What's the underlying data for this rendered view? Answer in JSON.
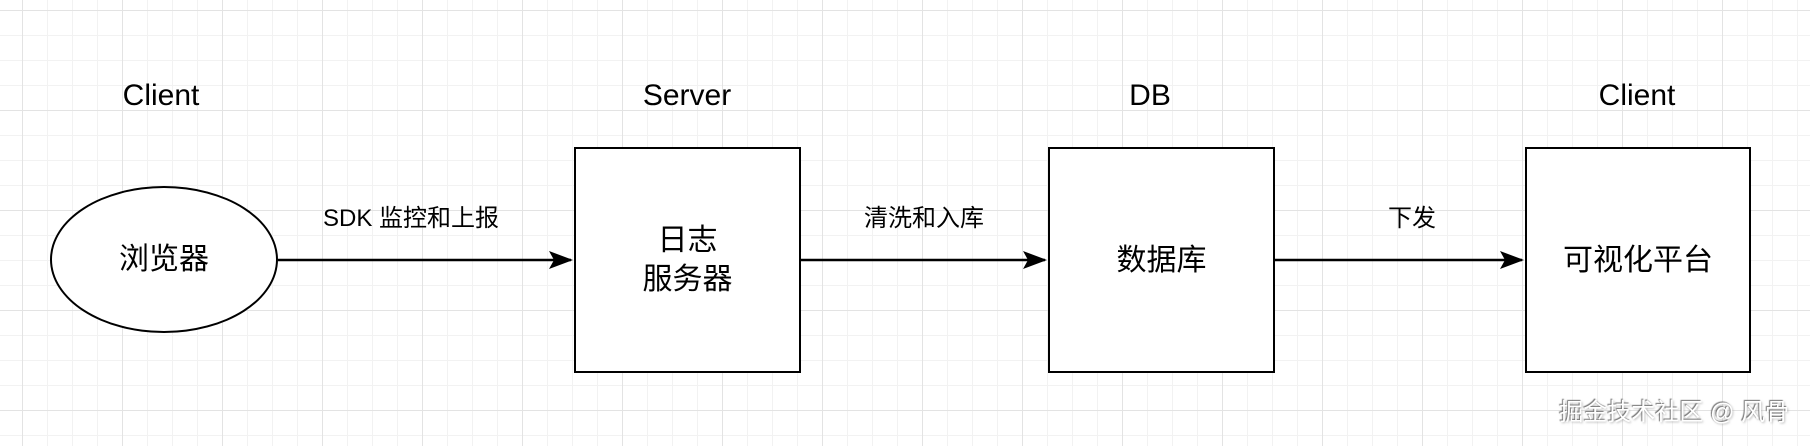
{
  "canvas": {
    "tiers": {
      "client_left": "Client",
      "server": "Server",
      "db": "DB",
      "client_right": "Client"
    },
    "nodes": {
      "browser": {
        "label": "浏览器"
      },
      "log_server": {
        "line1": "日志",
        "line2": "服务器"
      },
      "database": {
        "label": "数据库"
      },
      "viz_platform": {
        "label": "可视化平台"
      }
    },
    "edges": {
      "browser_to_server": {
        "label": "SDK 监控和上报"
      },
      "server_to_db": {
        "label": "清洗和入库"
      },
      "db_to_viz": {
        "label": "下发"
      }
    },
    "watermark": "掘金技术社区 @ 风骨"
  },
  "colors": {
    "stroke": "#000000",
    "shape-fill": "#ffffff",
    "canvas-bg": "#ffffff",
    "grid-minor": "#f2f2f2",
    "grid-major": "#e3e3e3"
  }
}
